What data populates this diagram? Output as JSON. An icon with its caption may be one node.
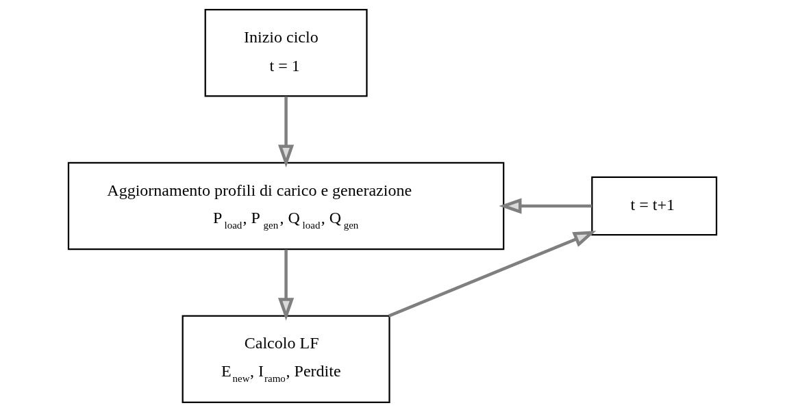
{
  "diagram": {
    "nodes": [
      {
        "text": [
          "Inizio ciclo",
          "t = 1"
        ]
      },
      {
        "text": [
          "Aggiornamento profili di carico e generazione",
          "P$_{load}$, P$_{gen}$, Q$_{load}$, Q$_{gen}$"
        ]
      },
      {
        "text": [
          "Calcolo LF",
          "E$_{new}$, I$_{ramo}$, Perdite"
        ]
      },
      {
        "text": [
          "t = t+1"
        ]
      }
    ],
    "edges": [
      {
        "from": 0,
        "to": 1,
        "arrow": "to"
      },
      {
        "from": 1,
        "to": 2,
        "arrow": "to"
      },
      {
        "from": 2,
        "to": 3,
        "arrow": "to"
      },
      {
        "from": 3,
        "to": 1,
        "arrow": "to"
      }
    ]
  }
}
